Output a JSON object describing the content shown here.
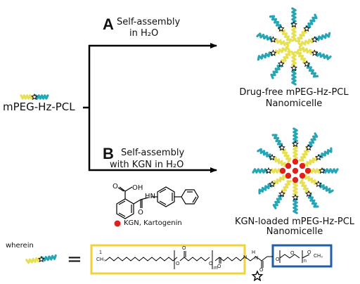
{
  "colors": {
    "peg": "#e6e052",
    "pcl": "#26a6b5",
    "kgn": "#e0201e",
    "peg_box": "#f0d23a",
    "pcl_box": "#1f5ea8",
    "arrow": "#000000"
  },
  "left_label": "mPEG-Hz-PCL",
  "route_a": {
    "letter": "A",
    "line1": "Self-assembly",
    "line2": "in H₂O"
  },
  "route_b": {
    "letter": "B",
    "line1": "Self-assembly",
    "line2": "with KGN in H₂O"
  },
  "product_a": {
    "line1": "Drug-free  mPEG-Hz-PCL",
    "line2": "Nanomicelle"
  },
  "product_b": {
    "line1": "KGN-loaded  mPEG-Hz-PCL",
    "line2": "Nanomicelle"
  },
  "kgn_structure": {
    "oh": "OH",
    "o": "O",
    "hn": "HN",
    "o2": "O"
  },
  "kgn_legend": "KGN, Kartogenin",
  "wherein_label": "wherein",
  "equals_sign": "=",
  "formula": {
    "ch3_num": "1",
    "ch3": "CH₃",
    "o1": "O",
    "o2": "O",
    "o3": "O",
    "m": "m",
    "n": "n",
    "o4": "O",
    "nh": "H",
    "n1": "N",
    "n2": "N",
    "o5": "O",
    "o6": "O",
    "o7": "O",
    "o8": "O",
    "ch3_end": "CH₃"
  },
  "star_icon": "star-icon"
}
